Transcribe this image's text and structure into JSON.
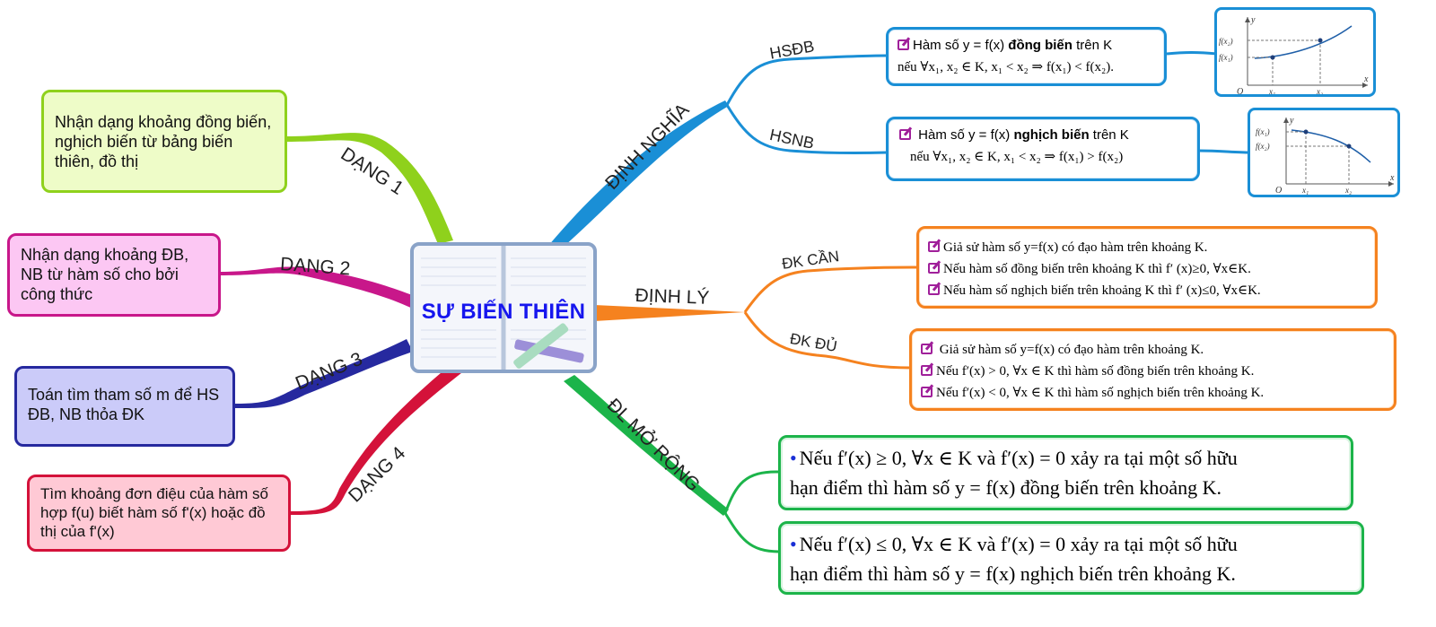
{
  "center": {
    "title": "SỰ BIẾN THIÊN"
  },
  "branches": {
    "dang1": "DẠNG 1",
    "dang2": "DẠNG 2",
    "dang3": "DẠNG 3",
    "dang4": "DẠNG 4",
    "dinh_nghia": "ĐỊNH NGHĨA",
    "dinh_ly": "ĐỊNH LÝ",
    "dl_mo_rong": "ĐL MỞ RỘNG",
    "hsdb": "HSĐB",
    "hsnb": "HSNB",
    "dk_can": "ĐK CẦN",
    "dk_du": "ĐK ĐỦ"
  },
  "left_boxes": [
    {
      "text": "Nhận dạng khoảng đồng biến, nghịch biến từ bảng biến thiên, đồ thị"
    },
    {
      "text": "Nhận dạng khoảng ĐB, NB từ hàm số cho bởi công thức"
    },
    {
      "text": "Toán tìm tham số m để HS ĐB, NB thỏa ĐK"
    },
    {
      "text": "Tìm khoảng đơn điệu của hàm số hợp f(u) biết hàm số f'(x) hoặc đồ thị của f'(x)"
    }
  ],
  "definitions": {
    "db": {
      "line1_pre": "Hàm số y = f(x) ",
      "line1_bold": "đồng biến",
      "line1_post": " trên K",
      "line2": "nếu ∀x₁, x₂ ∈ K, x₁ < x₂ ⇒ f(x₁) < f(x₂)."
    },
    "nb": {
      "line1_pre": "Hàm số y = f(x) ",
      "line1_bold": "nghịch biến",
      "line1_post": " trên K",
      "line2": "nếu ∀x₁, x₂ ∈ K, x₁ < x₂ ⇒ f(x₁) > f(x₂)"
    }
  },
  "theorem_can": [
    "Giả sử hàm số y=f(x) có đạo hàm trên khoảng K.",
    "Nếu hàm số đồng biến trên khoảng K thì f′ (x)≥0, ∀x∈K.",
    "Nếu hàm số nghịch biến trên khoảng K thì f′ (x)≤0, ∀x∈K."
  ],
  "theorem_du": [
    " Giả sử hàm số y=f(x) có đạo hàm trên khoảng K.",
    "Nếu f′(x) > 0, ∀x ∈ K thì hàm số đồng biến trên khoảng K.",
    "Nếu  f′(x) < 0, ∀x ∈ K thì hàm số nghịch biến trên khoảng K."
  ],
  "extended": [
    {
      "line1": "Nếu f′(x) ≥ 0, ∀x ∈ K và f′(x) = 0 xảy ra tại một số hữu",
      "line2": "hạn điểm thì hàm số y = f(x) đồng biến trên khoảng K."
    },
    {
      "line1": "Nếu f′(x) ≤ 0, ∀x ∈ K và f′(x) = 0 xảy ra tại một số hữu",
      "line2": "hạn điểm thì hàm số y = f(x) nghịch biến trên khoảng K."
    }
  ],
  "graph_labels": {
    "y": "y",
    "x": "x",
    "o": "O",
    "fx1": "f(x₁)",
    "fx2": "f(x₂)",
    "x1": "x₁",
    "x2": "x₂"
  },
  "colors": {
    "dang1": "#8fd11c",
    "dang2": "#c8178a",
    "dang3": "#26299f",
    "dang4": "#d4123a",
    "dinh_nghia": "#1a8fd6",
    "dinh_ly": "#f5821f",
    "dl_mo_rong": "#1cb44a"
  }
}
